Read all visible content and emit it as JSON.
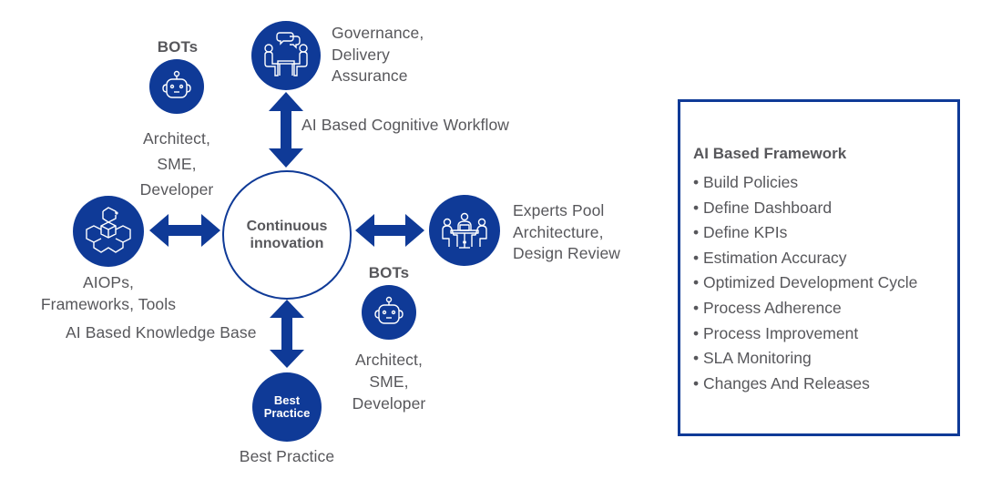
{
  "colors": {
    "primary": "#0f3a97",
    "text": "#57575b",
    "background": "#ffffff"
  },
  "hub": {
    "line1": "Continuous",
    "line2": "innovation"
  },
  "nodes": {
    "top": {
      "icon": "meeting-discussion-icon",
      "label_lines": [
        "Governance,",
        "Delivery",
        "Assurance"
      ]
    },
    "left": {
      "icon": "stacked-cubes-icon",
      "label_lines": [
        "AIOPs,",
        "Frameworks, Tools"
      ]
    },
    "right": {
      "icon": "team-table-icon",
      "label_lines": [
        "Experts Pool",
        "Architecture,",
        "Design Review"
      ]
    },
    "bottom": {
      "icon_text_lines": [
        "Best",
        "Practice"
      ],
      "label": "Best Practice"
    }
  },
  "bots": [
    {
      "title": "BOTs",
      "icon": "robot-icon",
      "label_lines": [
        "Architect,",
        "SME,",
        "Developer"
      ]
    },
    {
      "title": "BOTs",
      "icon": "robot-icon",
      "label_lines": [
        "Architect,",
        "SME,",
        "Developer"
      ]
    }
  ],
  "connectors": {
    "top": "AI Based Cognitive Workflow",
    "bottom": "AI Based Knowledge Base"
  },
  "framework": {
    "title": "AI Based Framework",
    "bullet": "•",
    "items": [
      "Build Policies",
      "Define Dashboard",
      "Define KPIs",
      "Estimation Accuracy",
      "Optimized Development Cycle",
      "Process Adherence",
      "Process Improvement",
      "SLA Monitoring",
      "Changes And Releases"
    ]
  }
}
